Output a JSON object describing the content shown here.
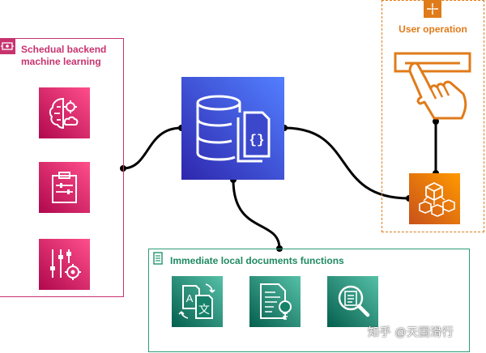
{
  "groups": {
    "ml": {
      "title": "Schedual backend machine learning"
    },
    "user": {
      "title": "User operation"
    },
    "docs": {
      "title": "Immediate local documents functions"
    }
  },
  "watermark": "知乎 @天国滑行",
  "colors": {
    "ml": "#c7336f",
    "user": "#e07b1a",
    "docs": "#2e9a77",
    "database": "#3b48cc",
    "wire": "#000000"
  },
  "icons": {
    "ml": [
      "brain-cloud-icon",
      "clipboard-sliders-icon",
      "sliders-gear-icon"
    ],
    "docs": [
      "translate-icon",
      "document-lightbulb-icon",
      "document-search-icon"
    ],
    "center": "database-document-icon",
    "user": [
      "hand-press-button-icon",
      "cube-cluster-icon"
    ]
  }
}
